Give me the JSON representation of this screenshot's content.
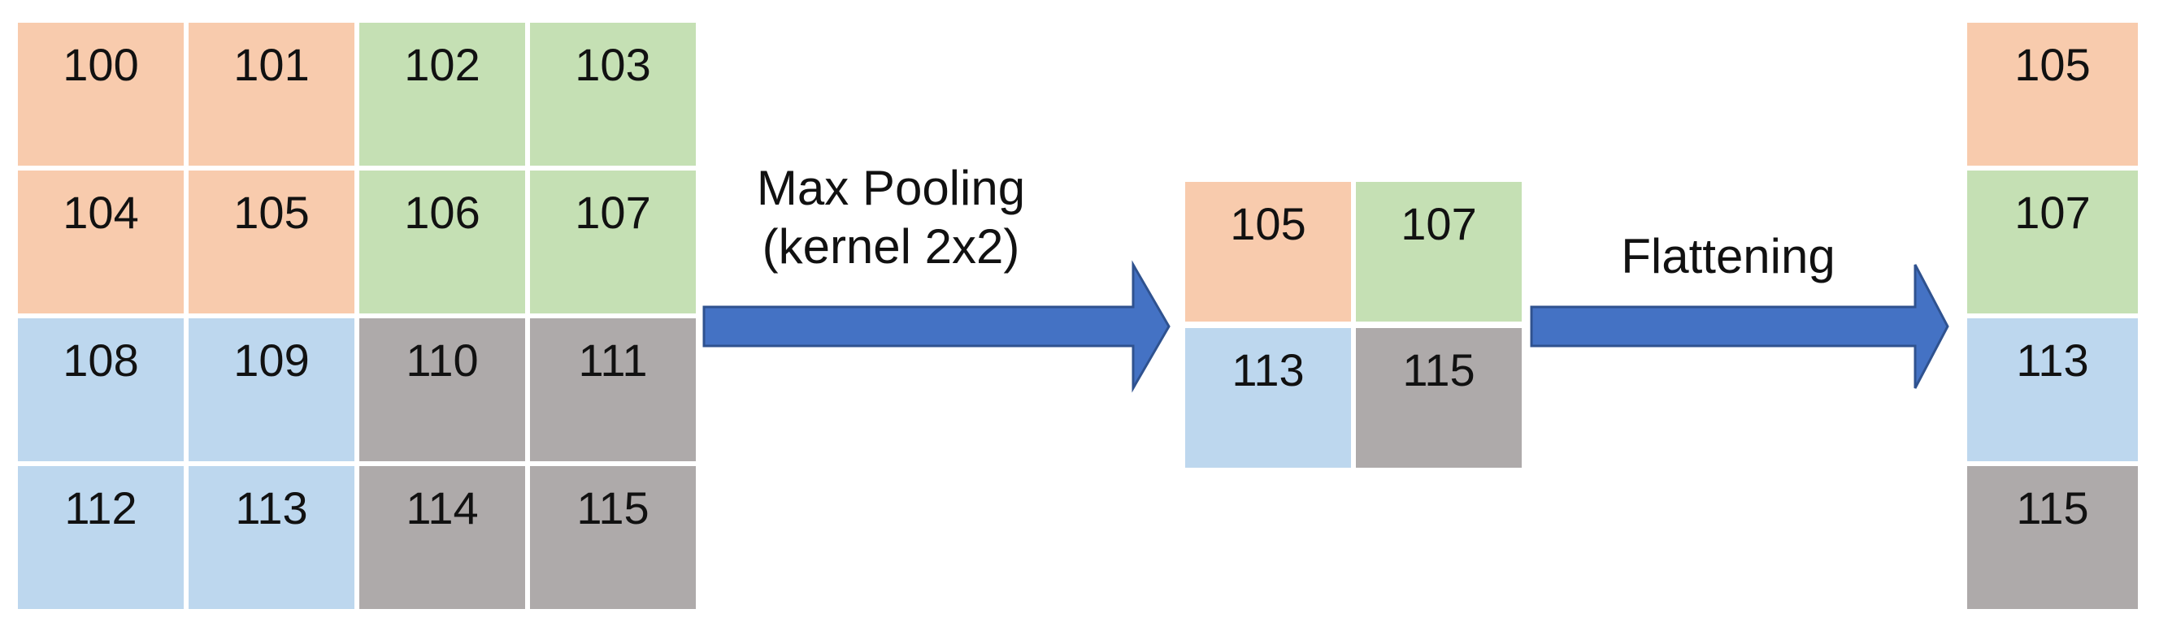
{
  "colors": {
    "orange": "#f8cbad",
    "green": "#c5e0b4",
    "blue": "#bdd7ee",
    "gray": "#aeaaaa",
    "arrow": "#4472c4",
    "arrow_border": "#2f528f"
  },
  "input_matrix": {
    "rows": [
      [
        {
          "value": "100",
          "color": "orange"
        },
        {
          "value": "101",
          "color": "orange"
        },
        {
          "value": "102",
          "color": "green"
        },
        {
          "value": "103",
          "color": "green"
        }
      ],
      [
        {
          "value": "104",
          "color": "orange"
        },
        {
          "value": "105",
          "color": "orange"
        },
        {
          "value": "106",
          "color": "green"
        },
        {
          "value": "107",
          "color": "green"
        }
      ],
      [
        {
          "value": "108",
          "color": "blue"
        },
        {
          "value": "109",
          "color": "blue"
        },
        {
          "value": "110",
          "color": "gray"
        },
        {
          "value": "111",
          "color": "gray"
        }
      ],
      [
        {
          "value": "112",
          "color": "blue"
        },
        {
          "value": "113",
          "color": "blue"
        },
        {
          "value": "114",
          "color": "gray"
        },
        {
          "value": "115",
          "color": "gray"
        }
      ]
    ]
  },
  "pooling_step": {
    "label_line1": "Max Pooling",
    "label_line2": "(kernel 2x2)"
  },
  "pooled_matrix": {
    "rows": [
      [
        {
          "value": "105",
          "color": "orange"
        },
        {
          "value": "107",
          "color": "green"
        }
      ],
      [
        {
          "value": "113",
          "color": "blue"
        },
        {
          "value": "115",
          "color": "gray"
        }
      ]
    ]
  },
  "flatten_step": {
    "label": "Flattening"
  },
  "flattened_vector": {
    "items": [
      {
        "value": "105",
        "color": "orange"
      },
      {
        "value": "107",
        "color": "green"
      },
      {
        "value": "113",
        "color": "blue"
      },
      {
        "value": "115",
        "color": "gray"
      }
    ]
  }
}
